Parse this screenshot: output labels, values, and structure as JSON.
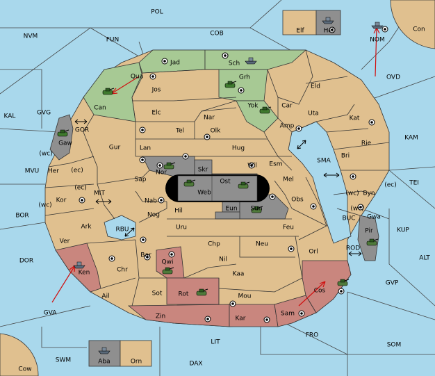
{
  "colors": {
    "sea": "#a9d8ec",
    "land_neutral": "#e0c08f",
    "land_green": "#a7c994",
    "land_red": "#c9867e",
    "land_gray": "#8f8f8f",
    "impassable": "#000000"
  },
  "seas": {
    "POL": "POL",
    "NVM": "NVM",
    "FUN": "FUN",
    "COB": "COB",
    "Con": "Con",
    "OVD": "OVD",
    "KAL": "KAL",
    "GVG": "GVG",
    "KAM": "KAM",
    "TEI": "TEI",
    "MVU": "MVU",
    "BOR": "BOR",
    "DOR": "DOR",
    "GVA": "GVA",
    "ALT": "ALT",
    "KUP": "KUP",
    "GVP": "GVP",
    "SOM": "SOM",
    "FRO": "FRO",
    "LIT": "LIT",
    "SWM": "SWM",
    "DAX": "DAX",
    "Cow": "Cow",
    "NOM": "NOM",
    "SMA": "SMA",
    "MIT": "MIT",
    "RBU": "RBU",
    "GOR": "GOR",
    "BUC": "BUC",
    "ROD": "ROD"
  },
  "land": {
    "Jad": "Jad",
    "Sch": "Sch",
    "Qua": "Qua",
    "Grh": "Grh",
    "Can": "Can",
    "Jos": "Jos",
    "Eld": "Eld",
    "Yok": "Yok",
    "Car": "Car",
    "Elc": "Elc",
    "Nar": "Nar",
    "Uta": "Uta",
    "Kat": "Kat",
    "Amp": "Amp",
    "Gaw": "Gaw",
    "Tel": "Tel",
    "Olk": "Olk",
    "Gur": "Gur",
    "Lan": "Lan",
    "Hug": "Hug",
    "Rie": "Rie",
    "Bri": "Bri",
    "Wil": "Wil",
    "Esm": "Esm",
    "Her": "Her",
    "Nor": "Nor",
    "Skr": "Skr",
    "Sap": "Sap",
    "Ost": "Ost",
    "Web": "Web",
    "Mel": "Mel",
    "Byn": "Byn",
    "Kor": "Kor",
    "Nab": "Nab",
    "Eun": "Eun",
    "Sun": "Sun",
    "Obs": "Obs",
    "Gwa": "Gwa",
    "Hil": "Hil",
    "Nog": "Nog",
    "Pir": "Pir",
    "Ark": "Ark",
    "Uru": "Uru",
    "Feu": "Feu",
    "Ver": "Ver",
    "Chp": "Chp",
    "Neu": "Neu",
    "Bar": "Bar",
    "Orl": "Orl",
    "Nil": "Nil",
    "Qwi": "Qwi",
    "Ken": "Ken",
    "Chr": "Chr",
    "Kaa": "Kaa",
    "Rot": "Rot",
    "Cos": "Cos",
    "Ail": "Ail",
    "Sot": "Sot",
    "Mou": "Mou",
    "Zin": "Zin",
    "Kar": "Kar",
    "Sam": "Sam",
    "Elf": "Elf",
    "Hel": "Hel",
    "Aba": "Aba",
    "Orn": "Orn"
  },
  "coast_tags": {
    "wc1": "(wc)",
    "ec1": "(ec)",
    "ec2": "(ec)",
    "wc2": "(wc)",
    "wc3": "(wc)",
    "ec3": "(ec)",
    "wc4": "(wc)"
  },
  "units": [
    {
      "type": "army",
      "power": "green",
      "at": "Can"
    },
    {
      "type": "army",
      "power": "green",
      "at": "Gaw"
    },
    {
      "type": "army",
      "power": "green",
      "at": "Grh"
    },
    {
      "type": "army",
      "power": "green",
      "at": "Yok"
    },
    {
      "type": "fleet",
      "power": "gray",
      "at": "Sch"
    },
    {
      "type": "fleet",
      "power": "gray",
      "at": "Hel"
    },
    {
      "type": "fleet",
      "power": "gray",
      "at": "NOM"
    },
    {
      "type": "army",
      "power": "gray",
      "at": "Nor"
    },
    {
      "type": "army",
      "power": "gray",
      "at": "Web"
    },
    {
      "type": "army",
      "power": "gray",
      "at": "Ost"
    },
    {
      "type": "army",
      "power": "gray",
      "at": "Sun"
    },
    {
      "type": "army",
      "power": "gray",
      "at": "Pir"
    },
    {
      "type": "fleet",
      "power": "gray",
      "at": "Aba"
    },
    {
      "type": "army",
      "power": "red",
      "at": "Qwi"
    },
    {
      "type": "army",
      "power": "red",
      "at": "Rot"
    },
    {
      "type": "army",
      "power": "red",
      "at": "Cos"
    },
    {
      "type": "fleet",
      "power": "red",
      "at": "Ken"
    }
  ]
}
